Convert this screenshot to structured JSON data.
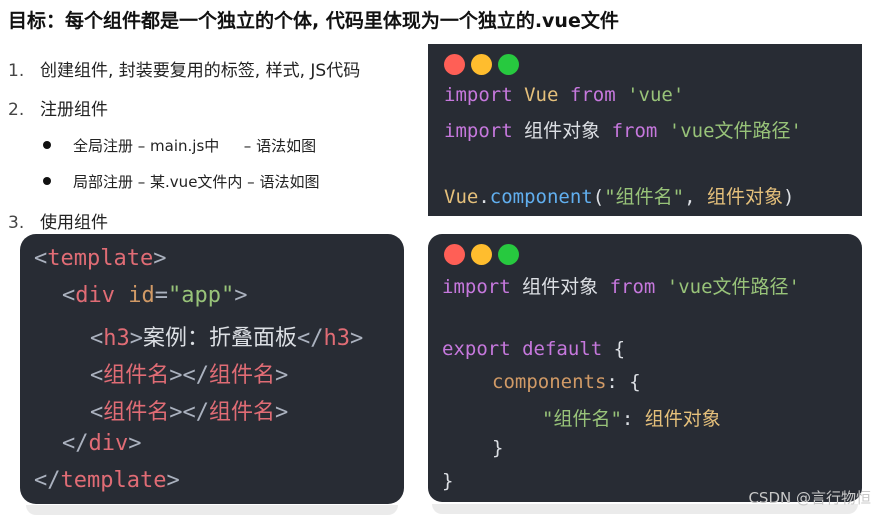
{
  "title": "目标：每个组件都是一个独立的个体, 代码里体现为一个独立的.vue文件",
  "steps": [
    {
      "num": "1.",
      "text": "创建组件, 封装要复用的标签, 样式, JS代码"
    },
    {
      "num": "2.",
      "text": "注册组件"
    },
    {
      "num": "3.",
      "text": "使用组件"
    }
  ],
  "sub_items": [
    {
      "text": "全局注册 – main.js中 　 – 语法如图"
    },
    {
      "text": "局部注册 – 某.vue文件内 – 语法如图"
    }
  ],
  "window_dot_colors": [
    "#ff5f56",
    "#ffbd2e",
    "#27c93f"
  ],
  "global_code": {
    "line1": {
      "kw": "import",
      "cls": "Vue",
      "kw2": "from",
      "str": "'vue'"
    },
    "line2": {
      "kw": "import",
      "name": "组件对象",
      "kw2": "from",
      "str": "'vue文件路径'"
    },
    "line3": {
      "cls": "Vue",
      "dot": ".",
      "fn": "component",
      "open": "(",
      "str": "\"组件名\"",
      "comma": ", ",
      "name": "组件对象",
      "close": ")"
    }
  },
  "local_code": {
    "line1": {
      "kw": "import",
      "name": "组件对象",
      "kw2": "from",
      "str": "'vue文件路径'"
    },
    "line2": {
      "kw": "export default",
      "brace": "{"
    },
    "line3": {
      "prop": "components",
      "colon": ":",
      "brace": "{"
    },
    "line4": {
      "str": "\"组件名\"",
      "colon": ":",
      "name": "组件对象"
    },
    "line5": {
      "brace": "}"
    },
    "line6": {
      "brace": "}"
    }
  },
  "template_code": {
    "l1_open": "<",
    "l1_tag": "template",
    "l1_close": ">",
    "l2_open": "<",
    "l2_tag": "div",
    "l2_attr": "id",
    "l2_eq": "=",
    "l2_val": "\"app\"",
    "l2_close": ">",
    "l3_open": "<",
    "l3_tag": "h3",
    "l3_gt": ">",
    "l3_text": "案例：折叠面板",
    "l3_endopen": "</",
    "l3_endtag": "h3",
    "l3_close": ">",
    "l4_open": "<",
    "l4_tag": "组件名",
    "l4_mid": "></",
    "l4_endtag": "组件名",
    "l4_close": ">",
    "l5_open": "<",
    "l5_tag": "组件名",
    "l5_mid": "></",
    "l5_endtag": "组件名",
    "l5_close": ">",
    "l6_open": "</",
    "l6_tag": "div",
    "l6_close": ">",
    "l7_open": "</",
    "l7_tag": "template",
    "l7_close": ">"
  },
  "watermark": "CSDN @言行物恒"
}
